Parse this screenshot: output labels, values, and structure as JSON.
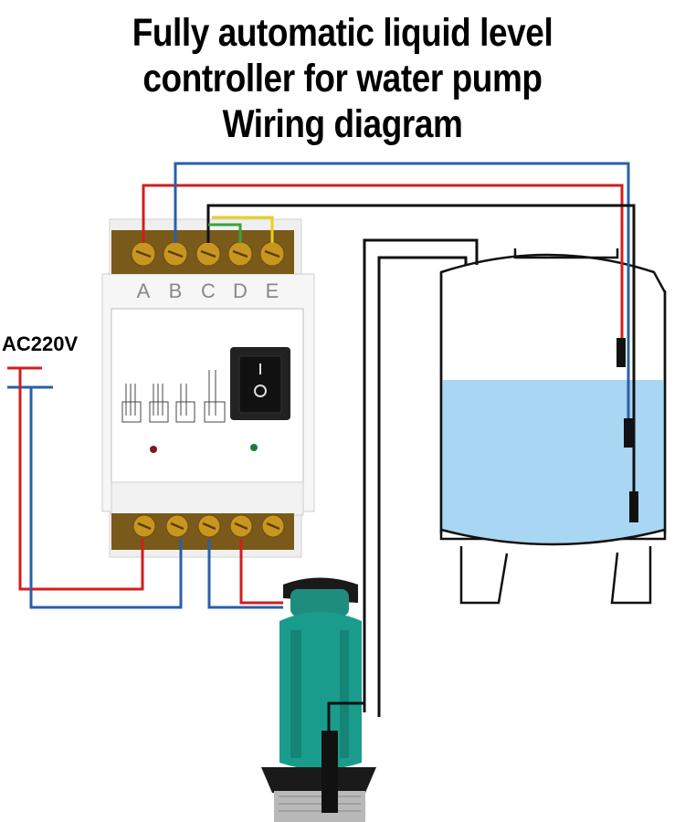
{
  "title": {
    "line1": "Fully automatic liquid level",
    "line2": "controller for water pump",
    "line3": "Wiring diagram"
  },
  "power_label": "AC220V",
  "terminals": [
    "A",
    "B",
    "C",
    "D",
    "E"
  ],
  "colors": {
    "red_wire": "#d21e1e",
    "blue_wire": "#2a5fa8",
    "black_wire": "#111111",
    "yellow_wire": "#e8d11a",
    "green_wire": "#3aa23a",
    "water": "#a9d6f2",
    "pump": "#1a9c8c",
    "terminal_brass": "#c8961f"
  }
}
